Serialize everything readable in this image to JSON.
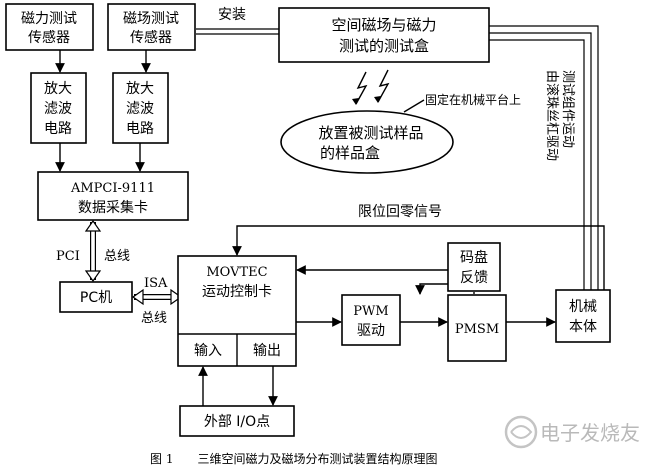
{
  "boxes": {
    "force_sensor": [
      "磁力测试",
      "传感器"
    ],
    "field_sensor": [
      "磁场测试",
      "传感器"
    ],
    "amp1": [
      "放大",
      "滤波",
      "电路"
    ],
    "amp2": [
      "放大",
      "滤波",
      "电路"
    ],
    "daq": [
      "AMPCI-9111",
      "数据采集卡"
    ],
    "pc": "PC机",
    "motion": [
      "MOVTEC",
      "运动控制卡"
    ],
    "input": "输入",
    "output": "输出",
    "io": "外部 I/O点",
    "pwm": [
      "PWM",
      "驱动"
    ],
    "encoder": [
      "码盘",
      "反馈"
    ],
    "pmsm": "PMSM",
    "machine": [
      "机械",
      "本体"
    ],
    "test_box": [
      "空间磁场与磁力",
      "测试的测试盒"
    ],
    "sample_box": [
      "放置被测试样品",
      "的样品盒"
    ]
  },
  "labels": {
    "install": "安装",
    "fixed": "固定在机械平台上",
    "pci": "PCI",
    "pci_bus": "总线",
    "isa": "ISA",
    "isa_bus": "总线",
    "limit": "限位回零信号",
    "vertical1": "测试组件运动",
    "vertical2": "由滚珠丝杠驱动"
  },
  "caption": "图 1　　三维空间磁力及磁场分布测试装置结构原理图",
  "watermark": "电子发烧友"
}
